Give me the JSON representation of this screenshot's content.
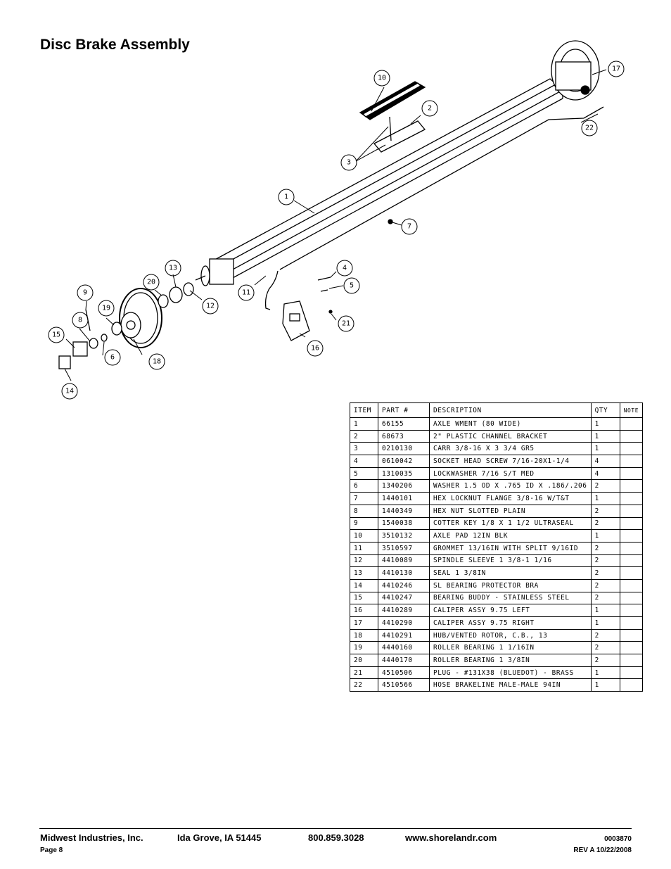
{
  "title": "Disc Brake Assembly",
  "callouts": [
    "1",
    "2",
    "3",
    "4",
    "5",
    "6",
    "7",
    "8",
    "9",
    "10",
    "11",
    "12",
    "13",
    "14",
    "15",
    "16",
    "17",
    "18",
    "19",
    "20",
    "21",
    "22"
  ],
  "table": {
    "headers": [
      "ITEM",
      "PART #",
      "DESCRIPTION",
      "QTY",
      "NOTE"
    ],
    "rows": [
      [
        "1",
        "66155",
        "AXLE WMENT (80 WIDE)",
        "1",
        ""
      ],
      [
        "2",
        "68673",
        "2\" PLASTIC CHANNEL BRACKET",
        "1",
        ""
      ],
      [
        "3",
        "0210130",
        "CARR 3/8-16 X 3 3/4 GR5",
        "1",
        ""
      ],
      [
        "4",
        "0610042",
        "SOCKET HEAD SCREW 7/16-20X1-1/4",
        "4",
        ""
      ],
      [
        "5",
        "1310035",
        "LOCKWASHER 7/16 S/T MED",
        "4",
        ""
      ],
      [
        "6",
        "1340206",
        "WASHER 1.5 OD X .765 ID X .186/.206",
        "2",
        ""
      ],
      [
        "7",
        "1440101",
        "HEX LOCKNUT FLANGE 3/8-16 W/T&T",
        "1",
        ""
      ],
      [
        "8",
        "1440349",
        "HEX NUT SLOTTED PLAIN",
        "2",
        ""
      ],
      [
        "9",
        "1540038",
        "COTTER KEY 1/8 X 1 1/2 ULTRASEAL",
        "2",
        ""
      ],
      [
        "10",
        "3510132",
        "AXLE PAD 12IN  BLK",
        "1",
        ""
      ],
      [
        "11",
        "3510597",
        "GROMMET 13/16IN  WITH SPLIT 9/16ID",
        "2",
        ""
      ],
      [
        "12",
        "4410089",
        "SPINDLE SLEEVE  1 3/8-1 1/16",
        "2",
        ""
      ],
      [
        "13",
        "4410130",
        "SEAL  1 3/8IN",
        "2",
        ""
      ],
      [
        "14",
        "4410246",
        "SL BEARING PROTECTOR BRA",
        "2",
        ""
      ],
      [
        "15",
        "4410247",
        "BEARING BUDDY - STAINLESS STEEL",
        "2",
        ""
      ],
      [
        "16",
        "4410289",
        "CALIPER ASSY 9.75 LEFT",
        "1",
        ""
      ],
      [
        "17",
        "4410290",
        "CALIPER ASSY 9.75 RIGHT",
        "1",
        ""
      ],
      [
        "18",
        "4410291",
        "HUB/VENTED ROTOR, C.B.,  13",
        "2",
        ""
      ],
      [
        "19",
        "4440160",
        "ROLLER BEARING   1 1/16IN",
        "2",
        ""
      ],
      [
        "20",
        "4440170",
        "ROLLER BEARING   1 3/8IN",
        "2",
        ""
      ],
      [
        "21",
        "4510506",
        "PLUG - #131X38 (BLUEDOT) - BRASS",
        "1",
        ""
      ],
      [
        "22",
        "4510566",
        "HOSE BRAKELINE MALE-MALE 94IN",
        "1",
        ""
      ]
    ]
  },
  "footer": {
    "company": "Midwest Industries, Inc.",
    "location": "Ida Grove, IA  51445",
    "phone": "800.859.3028",
    "website": "www.shorelandr.com",
    "doc_number": "0003870",
    "page": "Page 8",
    "revision": "REV A  10/22/2008"
  }
}
